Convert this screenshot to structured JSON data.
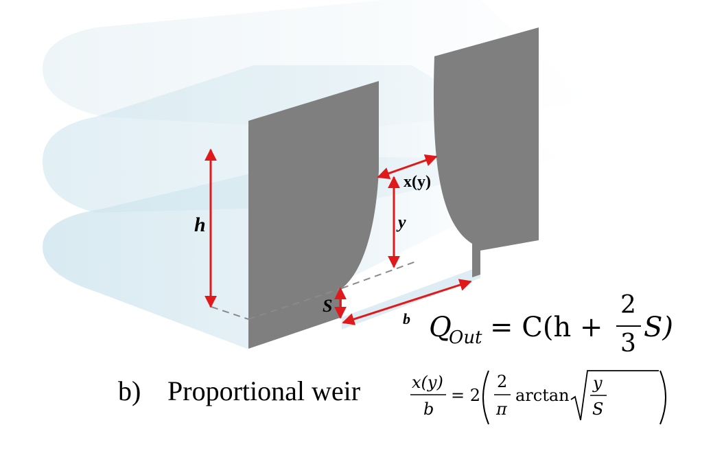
{
  "labels": {
    "h": "h",
    "y": "y",
    "xy": "x(y)",
    "s": "S",
    "b": "b"
  },
  "caption": {
    "letter": "b)",
    "text": "Proportional weir"
  },
  "equations": {
    "q_lhs": "Q",
    "q_sub": "Out",
    "q_eq": "= C(h +",
    "q_frac_num": "2",
    "q_frac_den": "3",
    "q_tail": "S)",
    "x_num": "x(y)",
    "x_den": "b",
    "x_eq": "= 2",
    "x_frac_num": "2",
    "x_frac_den": "π",
    "x_func": "arctan",
    "x_root_num": "y",
    "x_root_den": "S"
  },
  "colors": {
    "wall": "#7f7f7f",
    "water": "#cfe5ee",
    "water_light": "#e4f0f5",
    "arrow": "#e0191b",
    "dashed": "#8a8a8a"
  },
  "icons": [
    "red-double-arrow"
  ]
}
